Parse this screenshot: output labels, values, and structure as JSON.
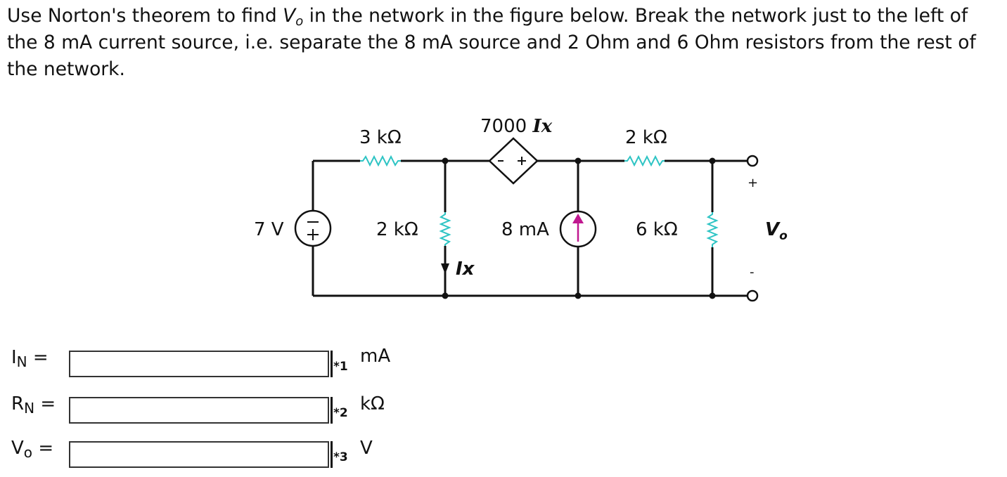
{
  "question": {
    "part1": "Use Norton's theorem to find ",
    "var_main": "V",
    "var_sub": "o",
    "part2": " in the network in the figure below. Break the network just to the left of the 8 mA current source, i.e. separate the 8 mA source and 2 Ohm and 6 Ohm resistors from the rest of the network."
  },
  "circuit": {
    "r_3k": "3 kΩ",
    "dep_source": "7000 ",
    "dep_source_var": "Ix",
    "r_2k_top": "2 kΩ",
    "v_source": "7 V",
    "r_2k_mid": "2 kΩ",
    "ix_label": "Ix",
    "i_source": "8 mA",
    "r_6k": "6 kΩ",
    "vo_main": "V",
    "vo_sub": "o",
    "plus_sign": "+",
    "minus_sign": "-"
  },
  "answers": [
    {
      "label_main": "I",
      "label_sub": "N",
      "equals": "=",
      "value": "",
      "number": "*1",
      "unit": "mA"
    },
    {
      "label_main": "R",
      "label_sub": "N",
      "equals": "=",
      "value": "",
      "number": "*2",
      "unit": "kΩ"
    },
    {
      "label_main": "V",
      "label_sub": "o",
      "equals": "=",
      "value": "",
      "number": "*3",
      "unit": "V"
    }
  ],
  "colors": {
    "wire": "#111111",
    "resistor": "#2ec4c4",
    "arrow": "#c01890"
  }
}
